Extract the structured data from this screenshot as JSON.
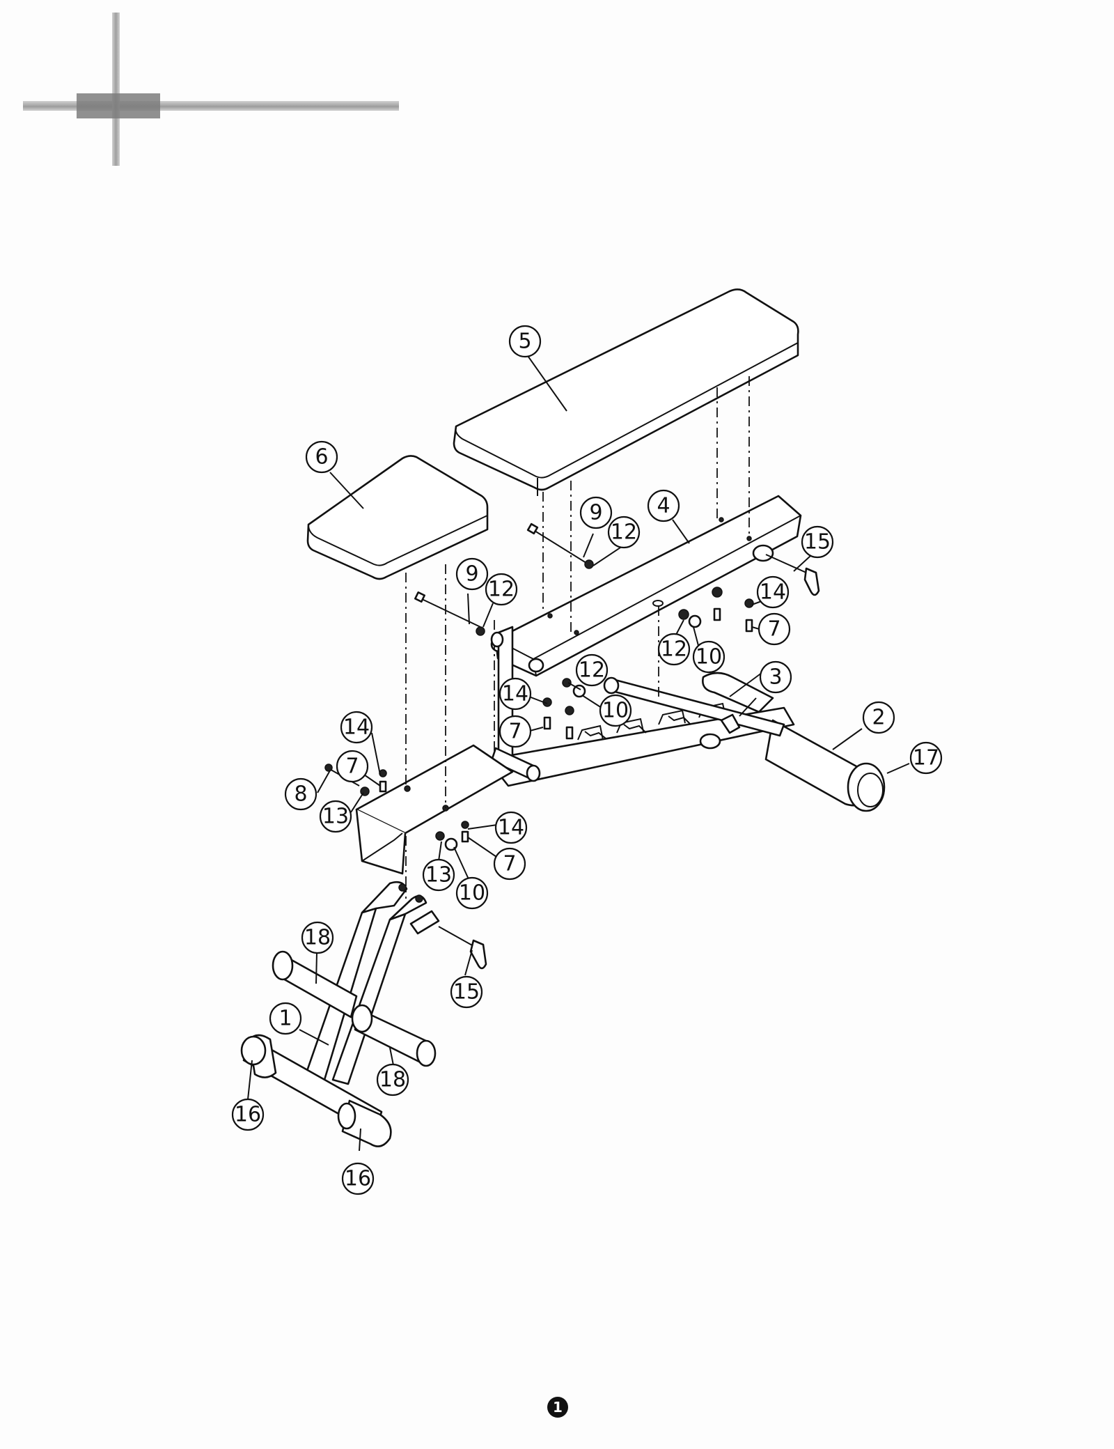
{
  "page_number": "1",
  "callouts": [
    {
      "id": "c5",
      "label": "5"
    },
    {
      "id": "c6",
      "label": "6"
    },
    {
      "id": "c4",
      "label": "4"
    },
    {
      "id": "c9a",
      "label": "9"
    },
    {
      "id": "c12a",
      "label": "12"
    },
    {
      "id": "c15a",
      "label": "15"
    },
    {
      "id": "c9b",
      "label": "9"
    },
    {
      "id": "c12b",
      "label": "12"
    },
    {
      "id": "c14a",
      "label": "14"
    },
    {
      "id": "c7a",
      "label": "7"
    },
    {
      "id": "c12c",
      "label": "12"
    },
    {
      "id": "c10a",
      "label": "10"
    },
    {
      "id": "c12d",
      "label": "12"
    },
    {
      "id": "c14b",
      "label": "14"
    },
    {
      "id": "c10b",
      "label": "10"
    },
    {
      "id": "c3",
      "label": "3"
    },
    {
      "id": "c7b",
      "label": "7"
    },
    {
      "id": "c2",
      "label": "2"
    },
    {
      "id": "c17",
      "label": "17"
    },
    {
      "id": "c14c",
      "label": "14"
    },
    {
      "id": "c7c",
      "label": "7"
    },
    {
      "id": "c8",
      "label": "8"
    },
    {
      "id": "c13a",
      "label": "13"
    },
    {
      "id": "c14d",
      "label": "14"
    },
    {
      "id": "c7d",
      "label": "7"
    },
    {
      "id": "c13b",
      "label": "13"
    },
    {
      "id": "c10c",
      "label": "10"
    },
    {
      "id": "c18a",
      "label": "18"
    },
    {
      "id": "c15b",
      "label": "15"
    },
    {
      "id": "c1",
      "label": "1"
    },
    {
      "id": "c18b",
      "label": "18"
    },
    {
      "id": "c16a",
      "label": "16"
    },
    {
      "id": "c16b",
      "label": "16"
    }
  ]
}
